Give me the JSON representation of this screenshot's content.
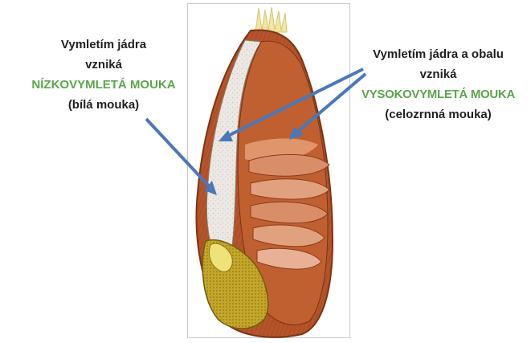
{
  "left_label": {
    "line1": "Vymletím jádra",
    "line2": "vzniká",
    "line3": "NÍZKOVYMLETÁ MOUKA",
    "line4": "(bílá mouka)"
  },
  "right_label": {
    "line1": "Vymletím jádra  a obalu",
    "line2": "vzniká",
    "line3": "VYSOKOVYMLETÁ MOUKA",
    "line4": "(celozrnná mouka)"
  },
  "colors": {
    "accent_green": "#5aa54b",
    "arrow_blue": "#4a78b8",
    "bran_brown": "#b5542a",
    "endosperm_white": "#ece8e4",
    "germ_yellow": "#b59a1e"
  }
}
